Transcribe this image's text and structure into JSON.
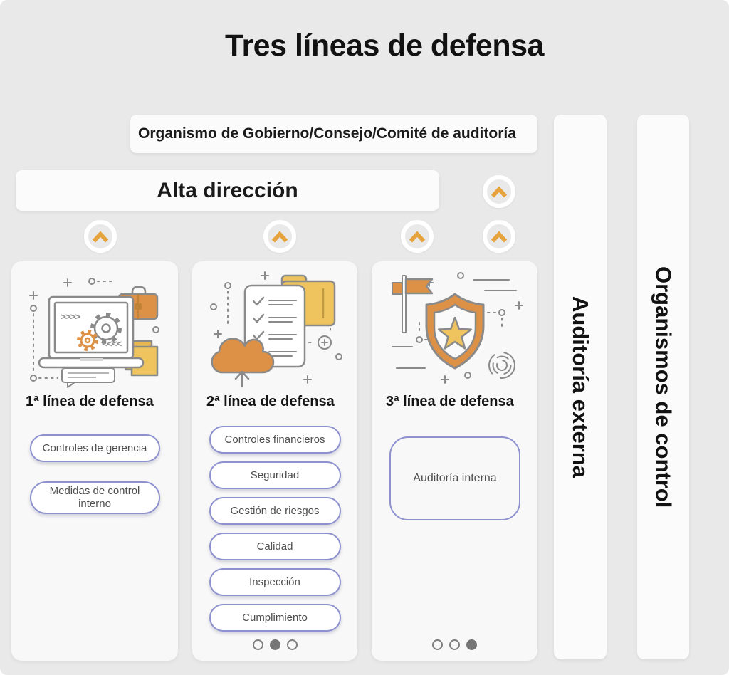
{
  "title": "Tres líneas de defensa",
  "governance_bar": "Organismo de Gobierno/Consejo/Comité de auditoría",
  "management_bar": "Alta dirección",
  "columns": [
    {
      "heading": "1ª línea de defensa",
      "illustration": "laptop-gears-briefcase",
      "buttons": [
        "Controles de gerencia",
        "Medidas de control interno"
      ],
      "dots": null
    },
    {
      "heading": "2ª línea de defensa",
      "illustration": "checklist-folder-cloud",
      "buttons": [
        "Controles financieros",
        "Seguridad",
        "Gestión de riesgos",
        "Calidad",
        "Inspección",
        "Cumplimiento"
      ],
      "dots": {
        "count": 3,
        "active_index": 1
      }
    },
    {
      "heading": "3ª línea de defensa",
      "illustration": "shield-star-flag",
      "buttons": [],
      "box_label": "Auditoría interna",
      "dots": {
        "count": 3,
        "active_index": 2
      }
    }
  ],
  "side_bars": [
    {
      "label": "Auditoría externa"
    },
    {
      "label": "Organismos de control"
    }
  ],
  "icons": {
    "flow_arrow": "chevron-up"
  },
  "colors": {
    "background": "#e9e9e9",
    "panel": "#fbfbfb",
    "card": "#f8f8f8",
    "accent_orange": "#E6A33C",
    "button_border": "#8D91CE",
    "illustration_orange": "#DD9147",
    "illustration_yellow": "#EFC45F",
    "outline_grey": "#8a8a8a"
  }
}
